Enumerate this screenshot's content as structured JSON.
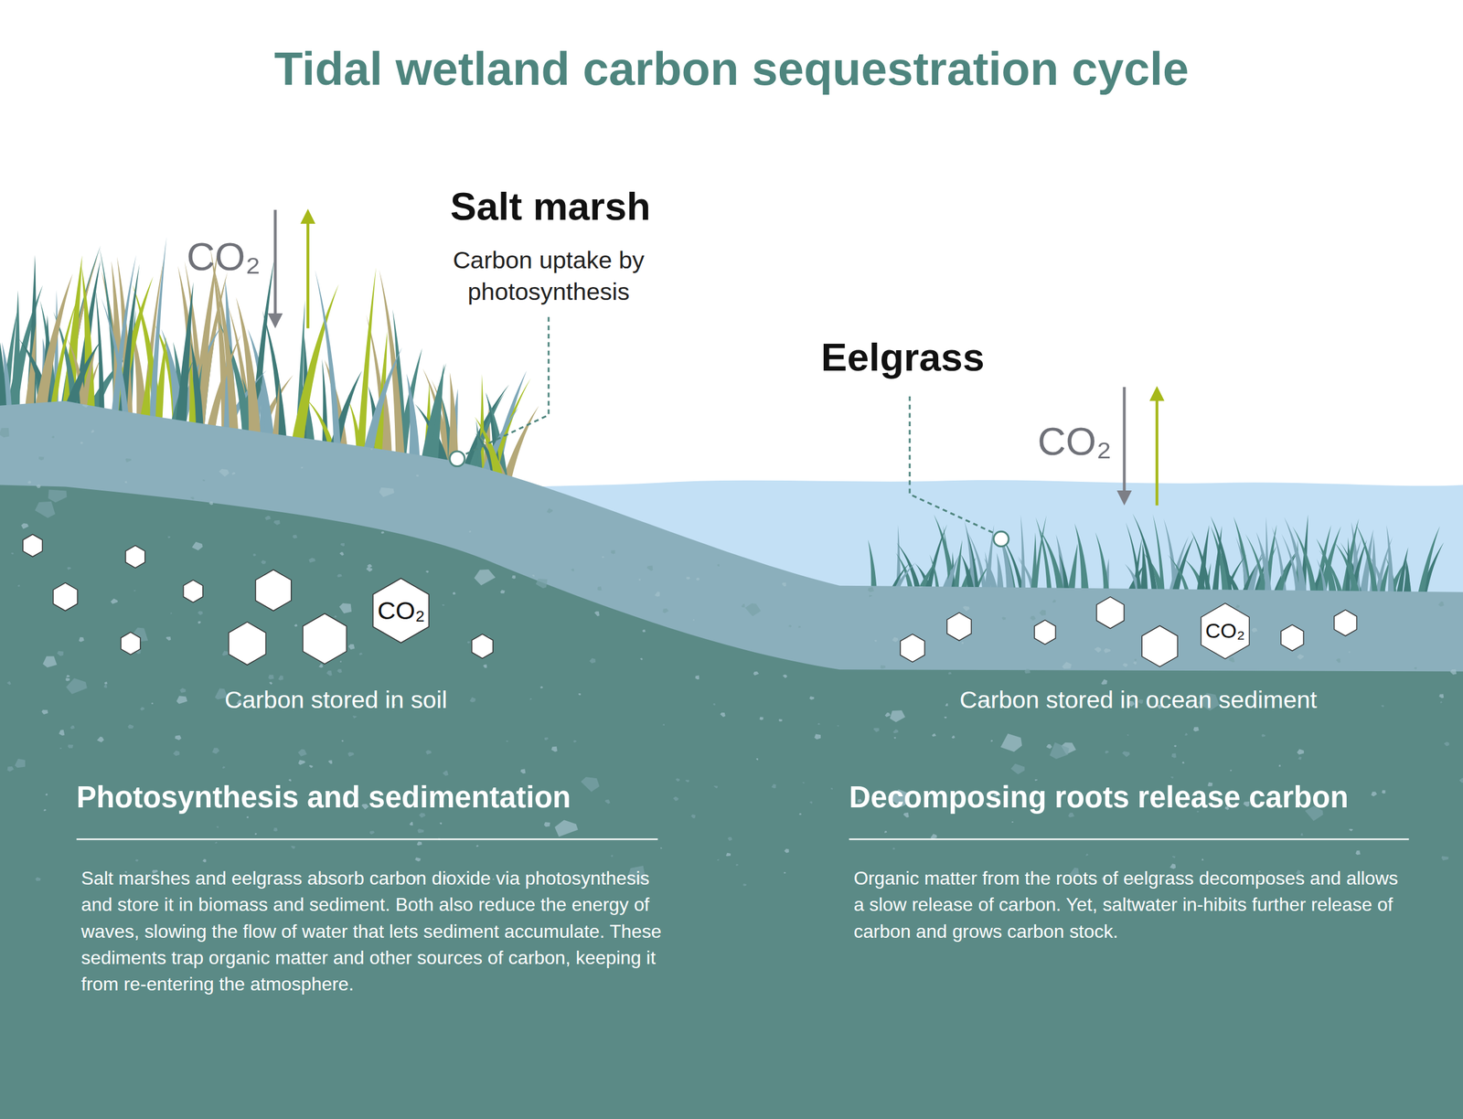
{
  "diagram": {
    "title": "Tidal wetland carbon sequestration cycle",
    "nodes": [
      {
        "text": [
          "CO₂"
        ]
      },
      {
        "text": [
          "CO₂"
        ]
      }
    ],
    "labels": [
      "CO₂",
      "Salt marsh",
      "Carbon uptake by photosynthesis",
      "Eelgrass",
      "CO₂",
      "Carbon stored in soil",
      "Carbon stored in ocean sediment",
      "Photosynthesis and sedimentation",
      "Salt marshes and eelgrass absorb carbon dioxide via photosynthesis and store it in biomass and sediment. Both also reduce the energy of waves, slowing the flow of water that lets sediment accumulate. These sediments trap organic matter and other sources of carbon, keeping it from re-entering the atmosphere.",
      "Decomposing roots release carbon",
      "Organic matter from the roots of eelgrass decomposes and allows a slow release of carbon. Yet, saltwater in-hibits further release of carbon and grows carbon stock."
    ]
  }
}
